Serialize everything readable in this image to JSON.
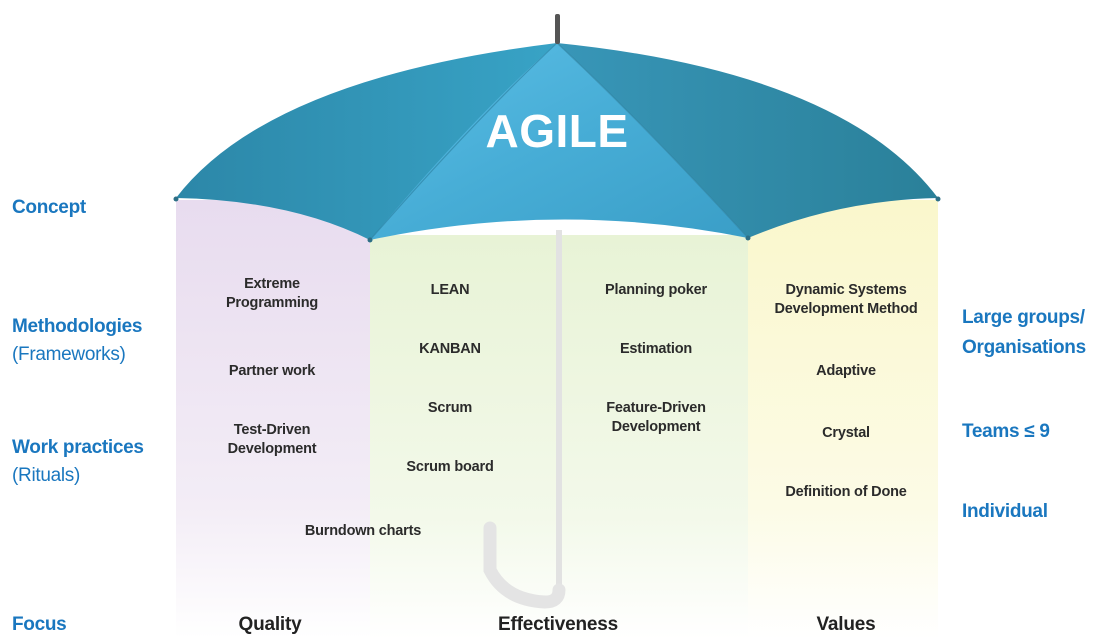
{
  "title": "AGILE",
  "left_labels": {
    "concept": "Concept",
    "methodologies": "Methodologies",
    "methodologies_sub": "(Frameworks)",
    "work_practices": "Work practices",
    "work_practices_sub": "(Rituals)",
    "focus": "Focus"
  },
  "right_labels": {
    "large_groups_1": "Large groups/",
    "large_groups_2": "Organisations",
    "teams": "Teams ≤ 9",
    "individual": "Individual"
  },
  "columns": {
    "quality": {
      "extreme_1": "Extreme",
      "extreme_2": "Programming",
      "partner_work": "Partner work",
      "tdd_1": "Test-Driven",
      "tdd_2": "Development"
    },
    "burndown": "Burndown charts",
    "effectiveness_left": {
      "lean": "LEAN",
      "kanban": "KANBAN",
      "scrum": "Scrum",
      "scrum_board": "Scrum board"
    },
    "effectiveness_right": {
      "planning_poker": "Planning poker",
      "estimation": "Estimation",
      "fdd_1": "Feature-Driven",
      "fdd_2": "Development"
    },
    "values": {
      "dsdm_1": "Dynamic Systems",
      "dsdm_2": "Development Method",
      "adaptive": "Adaptive",
      "crystal": "Crystal",
      "dod": "Definition of Done"
    }
  },
  "focus_labels": {
    "quality": "Quality",
    "effectiveness": "Effectiveness",
    "values": "Values"
  },
  "colors": {
    "umbrella_dark": "#2e8fb0",
    "umbrella_light": "#56b9de",
    "label_blue": "#1a77bf",
    "panel_purple": "#ece3f1",
    "panel_green": "#eff7e2",
    "panel_yellow": "#fbf9d8"
  }
}
